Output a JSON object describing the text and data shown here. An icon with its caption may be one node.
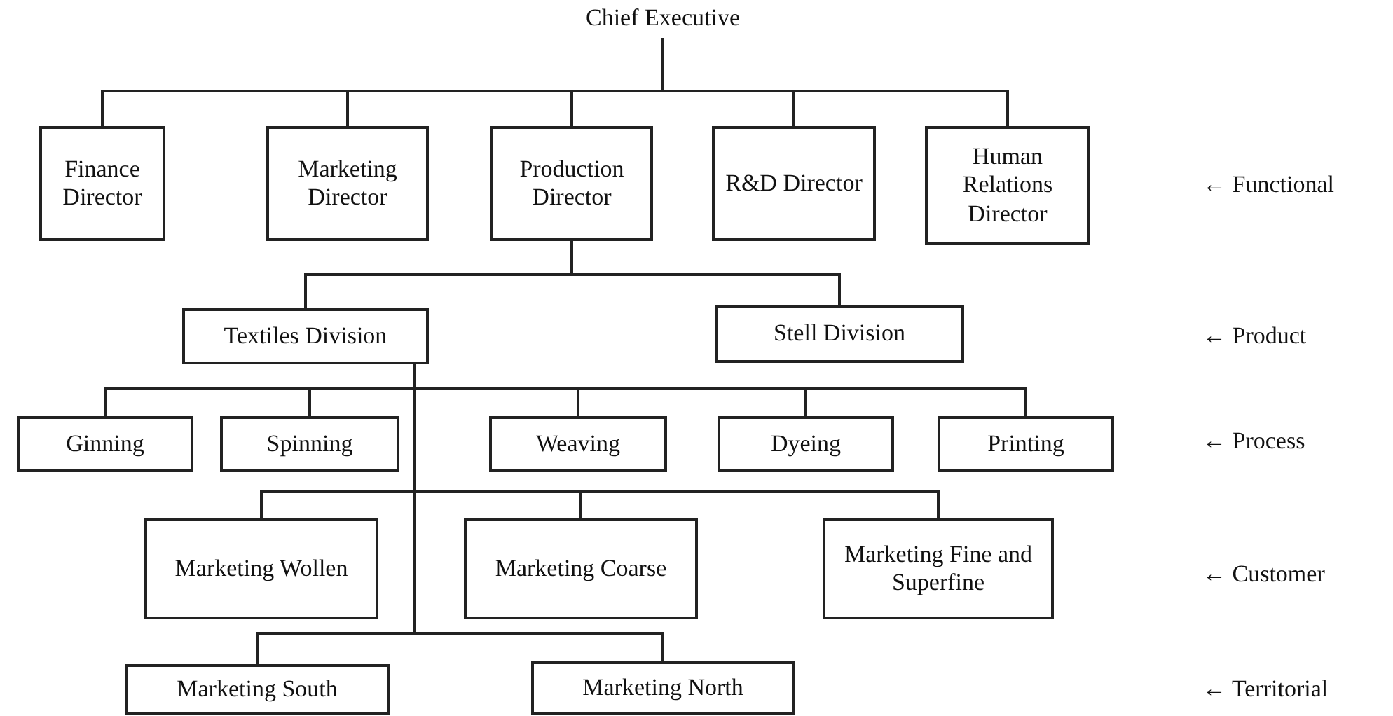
{
  "diagram": {
    "nodes": [
      {
        "text": [
          "Chief Executive"
        ]
      },
      {
        "text": [
          "Finance Director"
        ]
      },
      {
        "text": [
          "Marketing Director"
        ]
      },
      {
        "text": [
          "Production Director"
        ]
      },
      {
        "text": [
          "R&D Director"
        ]
      },
      {
        "text": [
          "Human Relations Director"
        ]
      },
      {
        "text": [
          "Textiles Division"
        ]
      },
      {
        "text": [
          "Stell Division"
        ]
      },
      {
        "text": [
          "Ginning"
        ]
      },
      {
        "text": [
          "Spinning"
        ]
      },
      {
        "text": [
          "Weaving"
        ]
      },
      {
        "text": [
          "Dyeing"
        ]
      },
      {
        "text": [
          "Printing"
        ]
      },
      {
        "text": [
          "Marketing Wollen"
        ]
      },
      {
        "text": [
          "Marketing Coarse"
        ]
      },
      {
        "text": [
          "Marketing Fine and Superfine"
        ]
      },
      {
        "text": [
          "Marketing South"
        ]
      },
      {
        "text": [
          "Marketing North"
        ]
      }
    ],
    "edges": [
      {
        "from": 0,
        "to": 1,
        "arrow": "none"
      },
      {
        "from": 0,
        "to": 2,
        "arrow": "none"
      },
      {
        "from": 0,
        "to": 3,
        "arrow": "none"
      },
      {
        "from": 0,
        "to": 4,
        "arrow": "none"
      },
      {
        "from": 0,
        "to": 5,
        "arrow": "none"
      },
      {
        "from": 3,
        "to": 6,
        "arrow": "none"
      },
      {
        "from": 3,
        "to": 7,
        "arrow": "none"
      },
      {
        "from": 6,
        "to": 8,
        "arrow": "none"
      },
      {
        "from": 6,
        "to": 9,
        "arrow": "none"
      },
      {
        "from": 6,
        "to": 10,
        "arrow": "none"
      },
      {
        "from": 6,
        "to": 11,
        "arrow": "none"
      },
      {
        "from": 6,
        "to": 12,
        "arrow": "none"
      },
      {
        "from": 6,
        "to": 13,
        "arrow": "none"
      },
      {
        "from": 6,
        "to": 14,
        "arrow": "none"
      },
      {
        "from": 6,
        "to": 15,
        "arrow": "none"
      },
      {
        "from": 6,
        "to": 16,
        "arrow": "none"
      },
      {
        "from": 6,
        "to": 17,
        "arrow": "none"
      }
    ],
    "labels": [
      "← Functional",
      "← Product",
      "← Process",
      "← Customer",
      "← Territorial"
    ]
  }
}
